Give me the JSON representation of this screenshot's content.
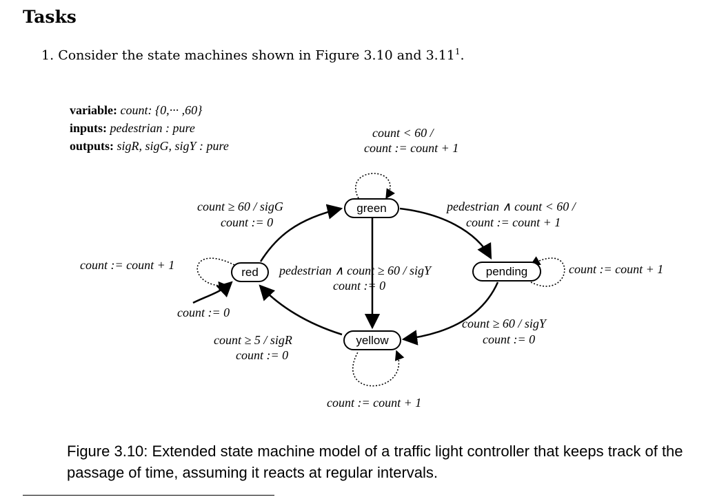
{
  "heading": "Tasks",
  "task": {
    "number": "1.",
    "text": "Consider the state machines shown in Figure 3.10 and 3.11",
    "footnote_mark": "1",
    "end": "."
  },
  "declarations": {
    "variable_key": "variable:",
    "variable_value": "count: {0,··· ,60}",
    "inputs_key": "inputs:",
    "inputs_value": "pedestrian : pure",
    "outputs_key": "outputs:",
    "outputs_value": "sigR, sigG, sigY : pure"
  },
  "states": {
    "green": "green",
    "red": "red",
    "pending": "pending",
    "yellow": "yellow"
  },
  "transitions": {
    "green_self_guard": "count < 60 /",
    "green_self_action": "count := count + 1",
    "red_to_green_guard": "count ≥ 60 / sigG",
    "red_to_green_action": "count := 0",
    "green_to_pending_guard": "pedestrian ∧ count < 60 /",
    "green_to_pending_action": "count := count + 1",
    "red_self": "count := count + 1",
    "green_to_yellow_guard": "pedestrian ∧ count ≥ 60 / sigY",
    "green_to_yellow_action": "count := 0",
    "pending_self": "count := count + 1",
    "initial": "count := 0",
    "pending_to_yellow_guard": "count ≥ 60 / sigY",
    "pending_to_yellow_action": "count := 0",
    "yellow_to_red_guard": "count ≥ 5 / sigR",
    "yellow_to_red_action": "count := 0",
    "yellow_self": "count := count + 1"
  },
  "caption": "Figure 3.10: Extended state machine model of a traffic light controller that keeps track of the passage of time, assuming it reacts at regular intervals."
}
